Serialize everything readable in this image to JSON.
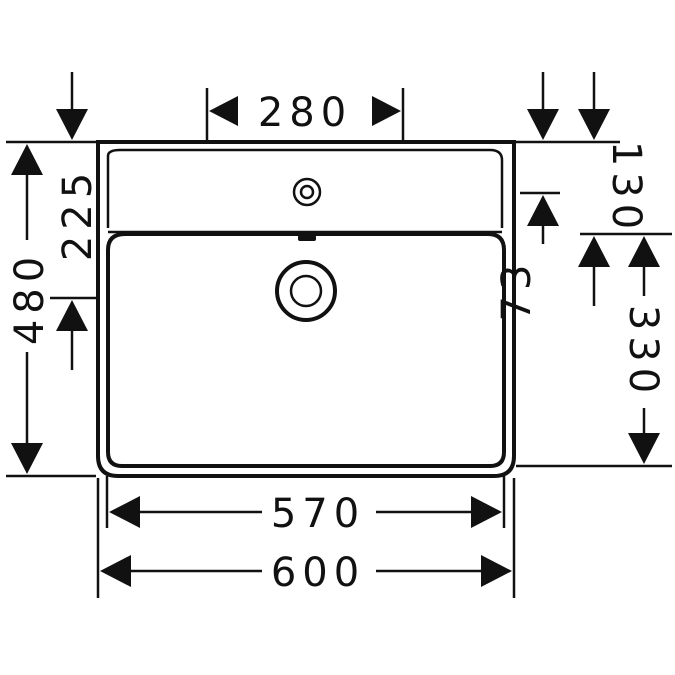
{
  "dimensions": {
    "top_width": "280",
    "overall_width": "600",
    "basin_width": "570",
    "overall_depth": "480",
    "left_offset": "225",
    "right_top_offset": "130",
    "right_inner_offset": "73",
    "basin_depth": "330"
  },
  "icons": {
    "tap_hole": "tap-hole-icon",
    "drain": "drain-icon",
    "overflow": "overflow-icon"
  }
}
